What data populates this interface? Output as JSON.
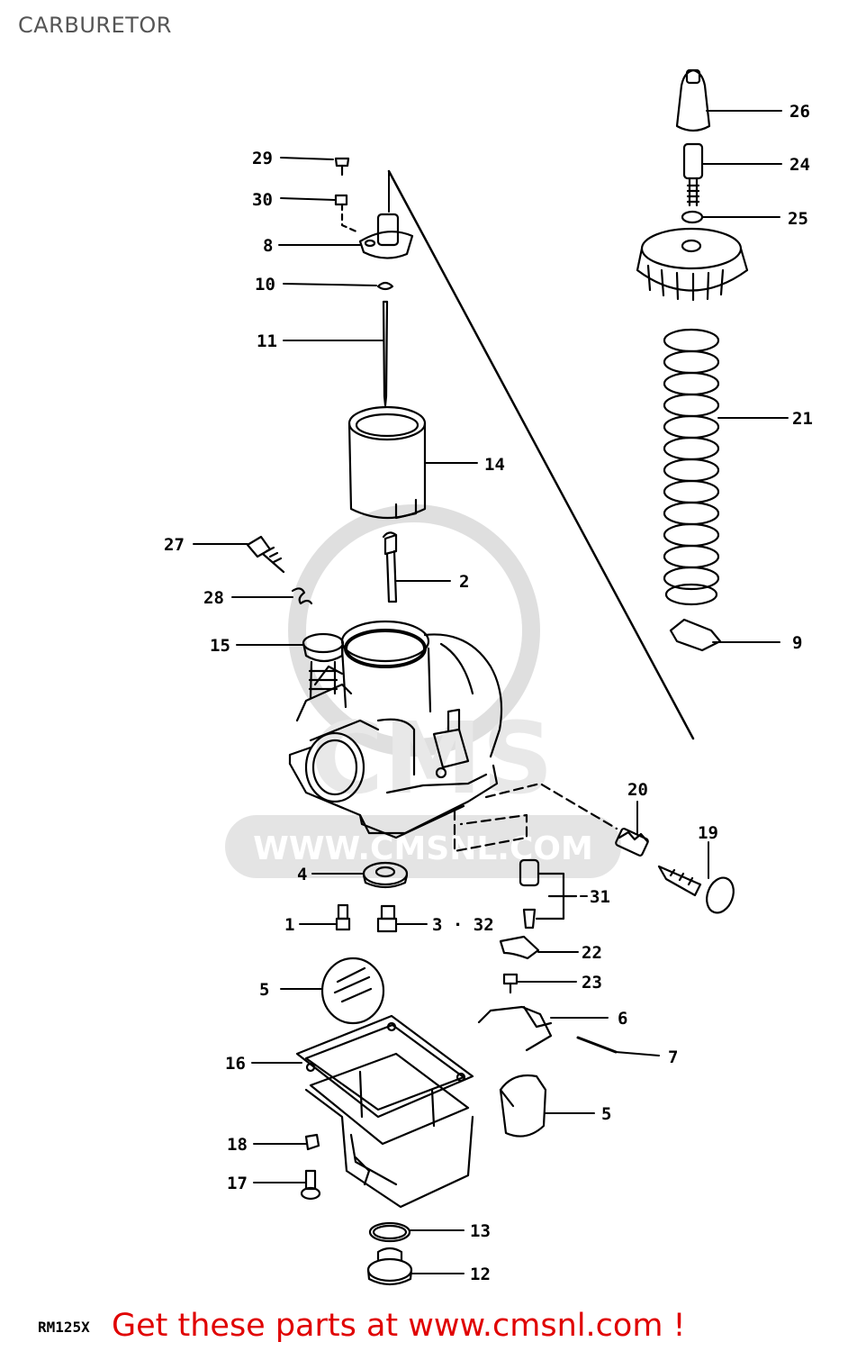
{
  "title": "CARBURETOR",
  "model_code": "RM125X",
  "watermark": {
    "text": "WWW.CMSNL.COM",
    "logo": "CMS"
  },
  "footer": {
    "promo_text": "Get these parts at www.cmsnl.com !"
  },
  "callouts": {
    "c26": "26",
    "c24": "24",
    "c25": "25",
    "c29": "29",
    "c30": "30",
    "c8": "8",
    "c10": "10",
    "c11": "11",
    "c14": "14",
    "c21": "21",
    "c27": "27",
    "c2": "2",
    "c28": "28",
    "c15": "15",
    "c9": "9",
    "c20": "20",
    "c19": "19",
    "c4": "4",
    "c31": "31",
    "c1": "1",
    "c3_32": "3 · 32",
    "c22": "22",
    "c5a": "5",
    "c23": "23",
    "c6": "6",
    "c7": "7",
    "c16": "16",
    "c5b": "5",
    "c18": "18",
    "c17": "17",
    "c13": "13",
    "c12": "12"
  },
  "colors": {
    "line": "#000000",
    "promo": "#e00000",
    "watermark": "#d9d9d9",
    "title": "#555555"
  }
}
